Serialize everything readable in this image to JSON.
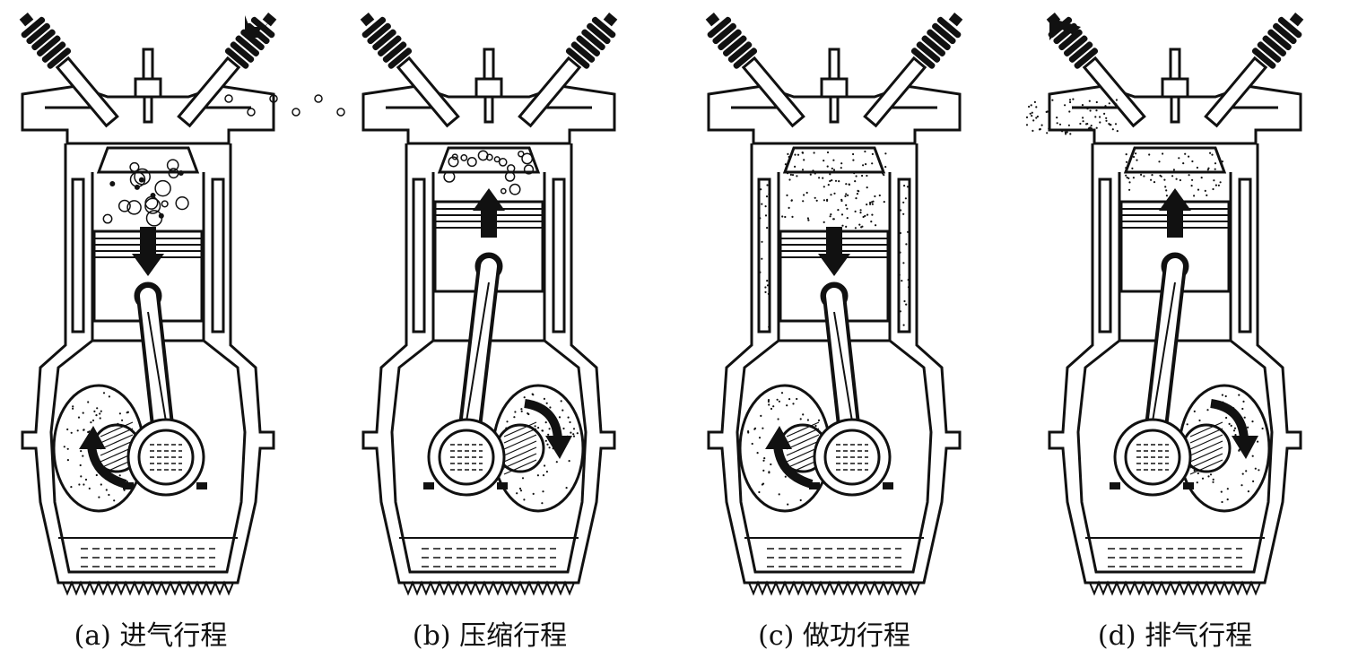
{
  "figure": {
    "ink_color": "#111111",
    "background": "#ffffff",
    "panels": [
      {
        "caption": "(a) 进气行程",
        "stroke": "intake",
        "piston_motion": "down",
        "gas_arrow": "in",
        "crank_arrow": "up"
      },
      {
        "caption": "(b) 压缩行程",
        "stroke": "compression",
        "piston_motion": "up",
        "gas_arrow": "none",
        "crank_arrow": "down"
      },
      {
        "caption": "(c) 做功行程",
        "stroke": "power",
        "piston_motion": "down",
        "gas_arrow": "none",
        "crank_arrow": "up"
      },
      {
        "caption": "(d) 排气行程",
        "stroke": "exhaust",
        "piston_motion": "up",
        "gas_arrow": "out",
        "crank_arrow": "down"
      }
    ]
  }
}
